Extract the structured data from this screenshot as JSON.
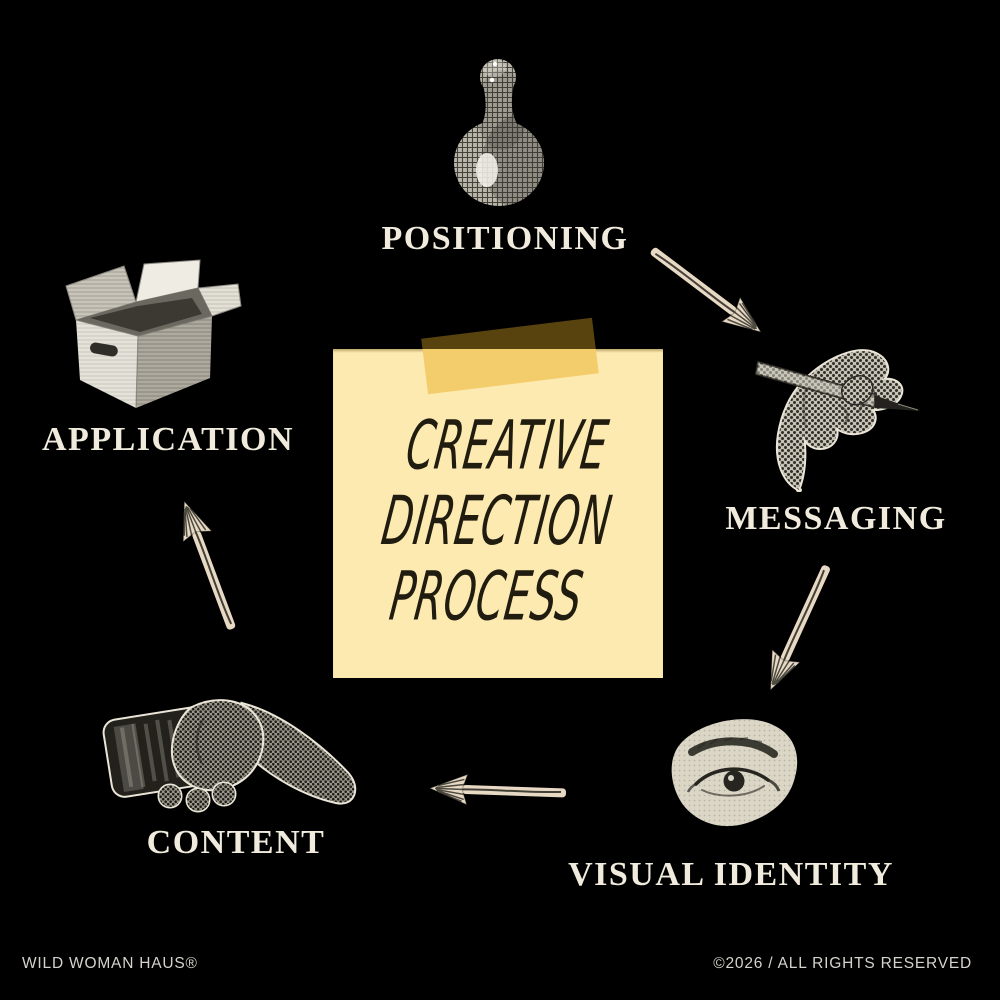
{
  "note": {
    "lines": [
      "CREATIVE",
      "DIRECTION",
      "PROCESS"
    ]
  },
  "stages": [
    {
      "label": "POSITIONING",
      "icon": "game-piece-icon"
    },
    {
      "label": "MESSAGING",
      "icon": "hand-writing-pen-icon"
    },
    {
      "label": "VISUAL IDENTITY",
      "icon": "eye-collage-icon"
    },
    {
      "label": "CONTENT",
      "icon": "hand-holding-phone-icon"
    },
    {
      "label": "APPLICATION",
      "icon": "open-cardboard-box-icon"
    }
  ],
  "arrows": [
    "positioning-to-messaging",
    "messaging-to-visual-identity",
    "visual-identity-to-content",
    "content-to-application"
  ],
  "footer": {
    "brand": "WILD WOMAN HAUS®",
    "copyright": "©2026 / ALL RIGHTS RESERVED"
  },
  "colors": {
    "background": "#000000",
    "note": "#fdeab0",
    "note_text": "#211c10",
    "tape_dark": "#58430f",
    "tape_gold": "#f3cd6b",
    "label_text": "#f0ebdc",
    "arrow_fill": "#e8d9c4",
    "arrow_ink": "#26251f",
    "footer_text": "#d6d3cd"
  }
}
